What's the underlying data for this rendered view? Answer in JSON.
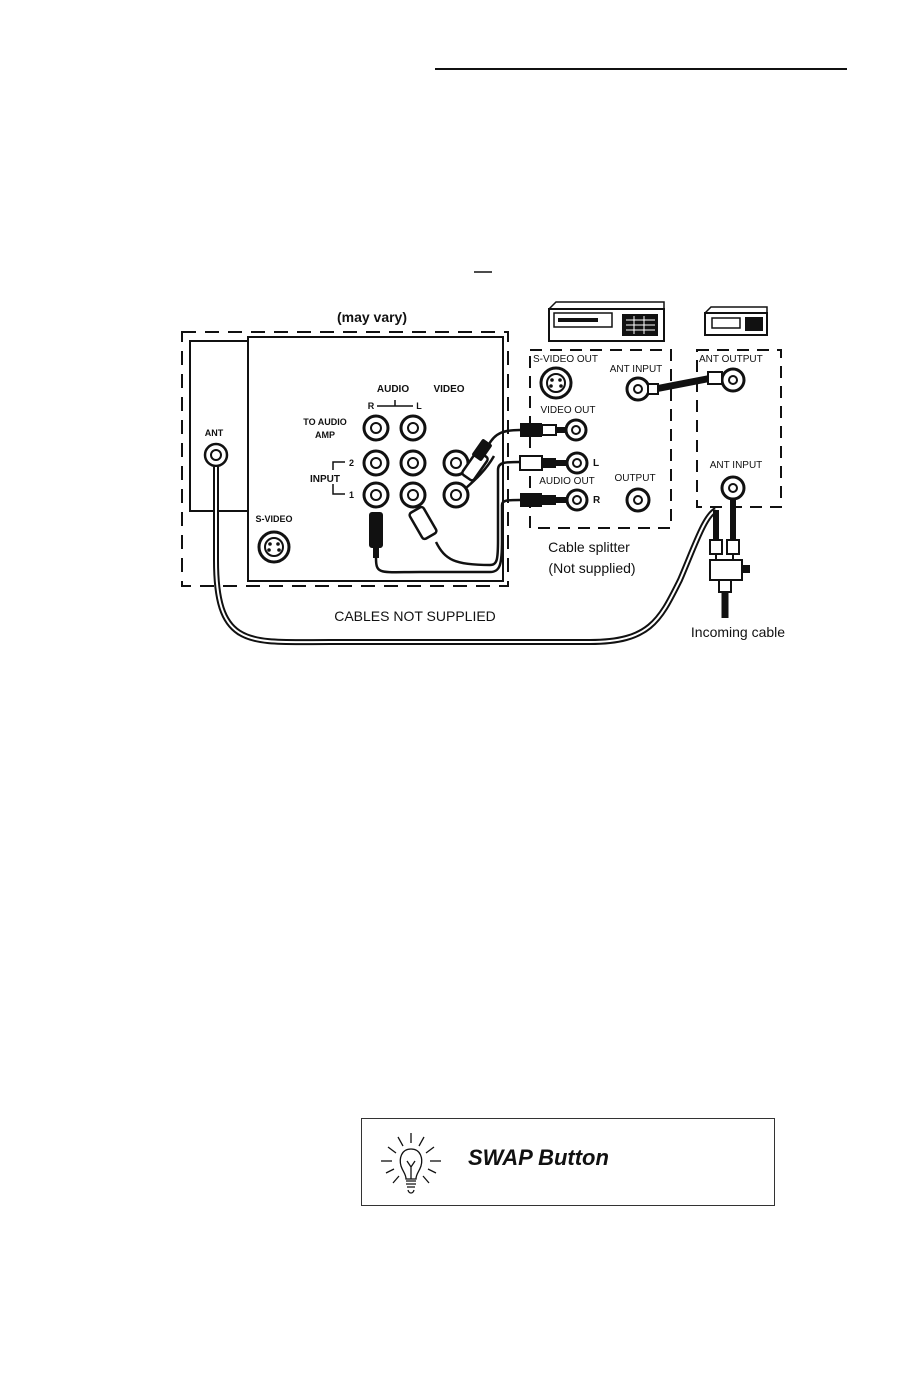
{
  "diagram": {
    "may_vary": "(may vary)",
    "tv": {
      "ant": "ANT",
      "audio": "AUDIO",
      "video": "VIDEO",
      "r": "R",
      "l": "L",
      "to_audio_amp_1": "TO AUDIO",
      "to_audio_amp_2": "AMP",
      "input": "INPUT",
      "input_2": "2",
      "input_1": "1",
      "s_video": "S-VIDEO"
    },
    "vcr": {
      "s_video_out": "S-VIDEO OUT",
      "ant_input": "ANT INPUT",
      "video_out": "VIDEO OUT",
      "l": "L",
      "audio_out": "AUDIO OUT",
      "r": "R",
      "output": "OUTPUT"
    },
    "cable_box": {
      "ant_output": "ANT OUTPUT",
      "ant_input": "ANT INPUT"
    },
    "splitter_1": "Cable splitter",
    "splitter_2": "(Not supplied)",
    "cables_not_supplied": "CABLES NOT SUPPLIED",
    "incoming_cable": "Incoming cable"
  },
  "tip": {
    "title": "SWAP Button",
    "icon": "lightbulb-icon"
  }
}
